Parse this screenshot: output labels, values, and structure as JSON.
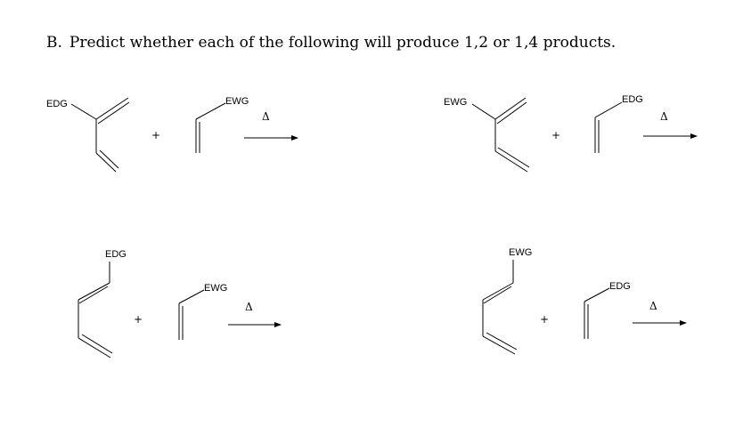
{
  "question": {
    "label": "B.",
    "text": "Predict whether each of the following will produce 1,2 or 1,4 products."
  },
  "reactions": [
    {
      "diene_substituent": "EDG",
      "dienophile_substituent": "EWG",
      "plus": "+",
      "condition": "Δ"
    },
    {
      "diene_substituent": "EWG",
      "dienophile_substituent": "EDG",
      "plus": "+",
      "condition": "Δ"
    },
    {
      "diene_substituent": "EDG",
      "dienophile_substituent": "EWG",
      "plus": "+",
      "condition": "Δ"
    },
    {
      "diene_substituent": "EWG",
      "dienophile_substituent": "EDG",
      "plus": "+",
      "condition": "Δ"
    }
  ]
}
